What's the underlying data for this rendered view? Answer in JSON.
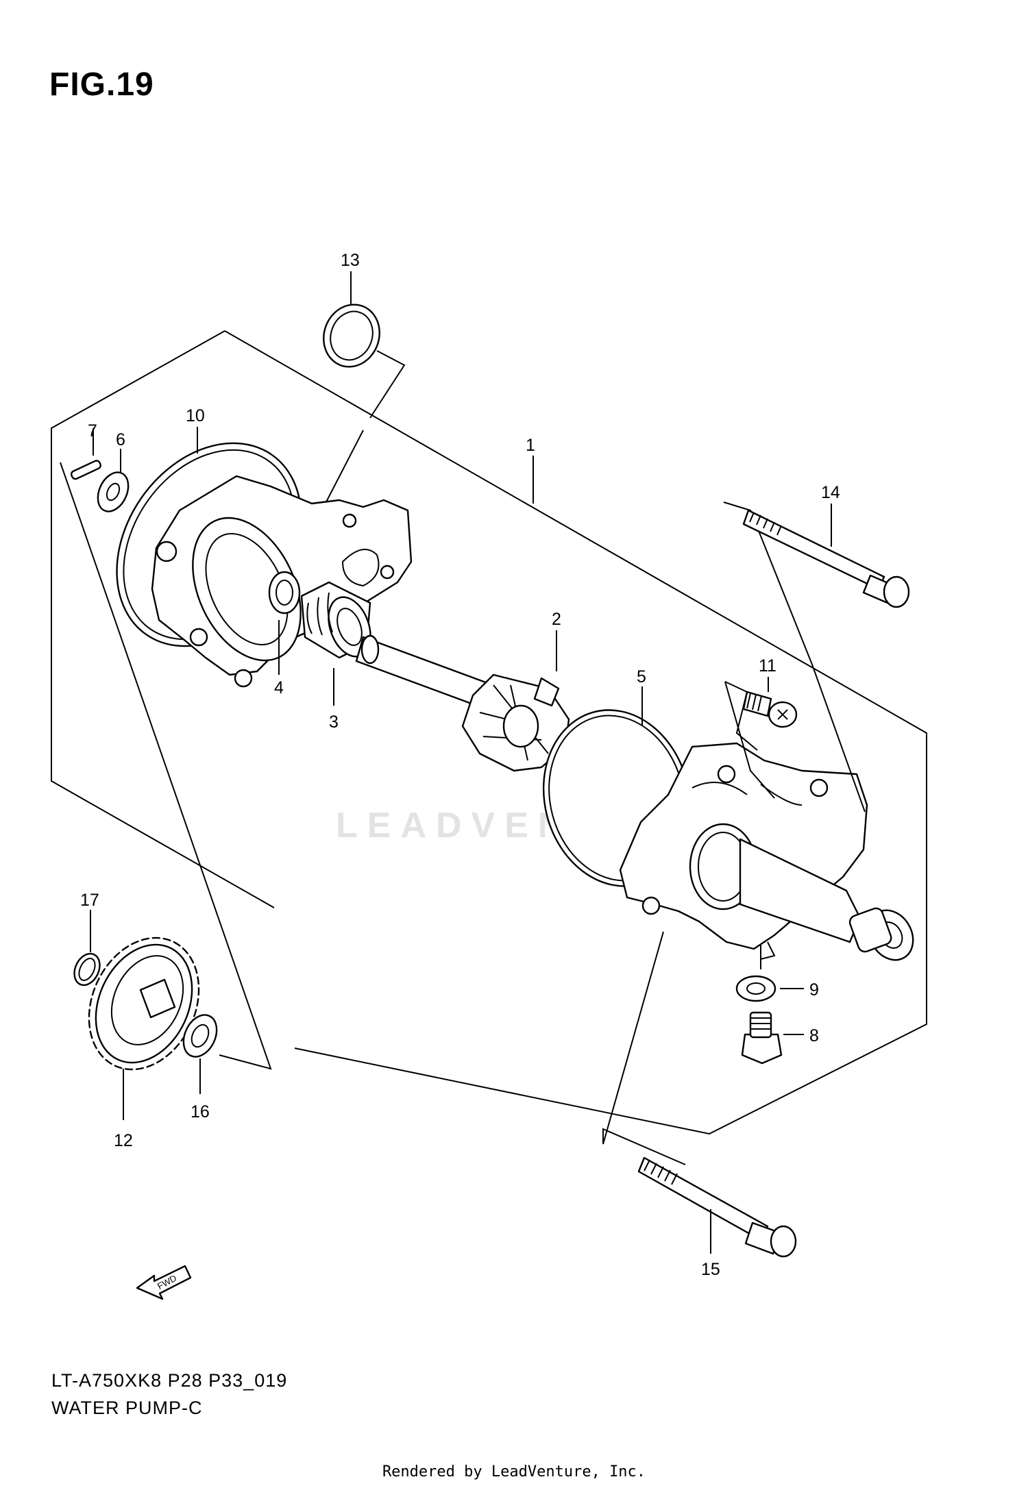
{
  "figure": {
    "title": "FIG.19",
    "model_code": "LT-A750XK8 P28 P33_019",
    "assembly_name": "WATER PUMP-C"
  },
  "watermark": "LEADVENTURE",
  "credit": "Rendered by LeadVenture, Inc.",
  "orientation_arrow": "FWD",
  "callouts": {
    "c1": "1",
    "c2": "2",
    "c3": "3",
    "c4": "4",
    "c5": "5",
    "c6": "6",
    "c7": "7",
    "c8": "8",
    "c9": "9",
    "c10": "10",
    "c11": "11",
    "c12": "12",
    "c13": "13",
    "c14": "14",
    "c15": "15",
    "c16": "16",
    "c17": "17"
  }
}
